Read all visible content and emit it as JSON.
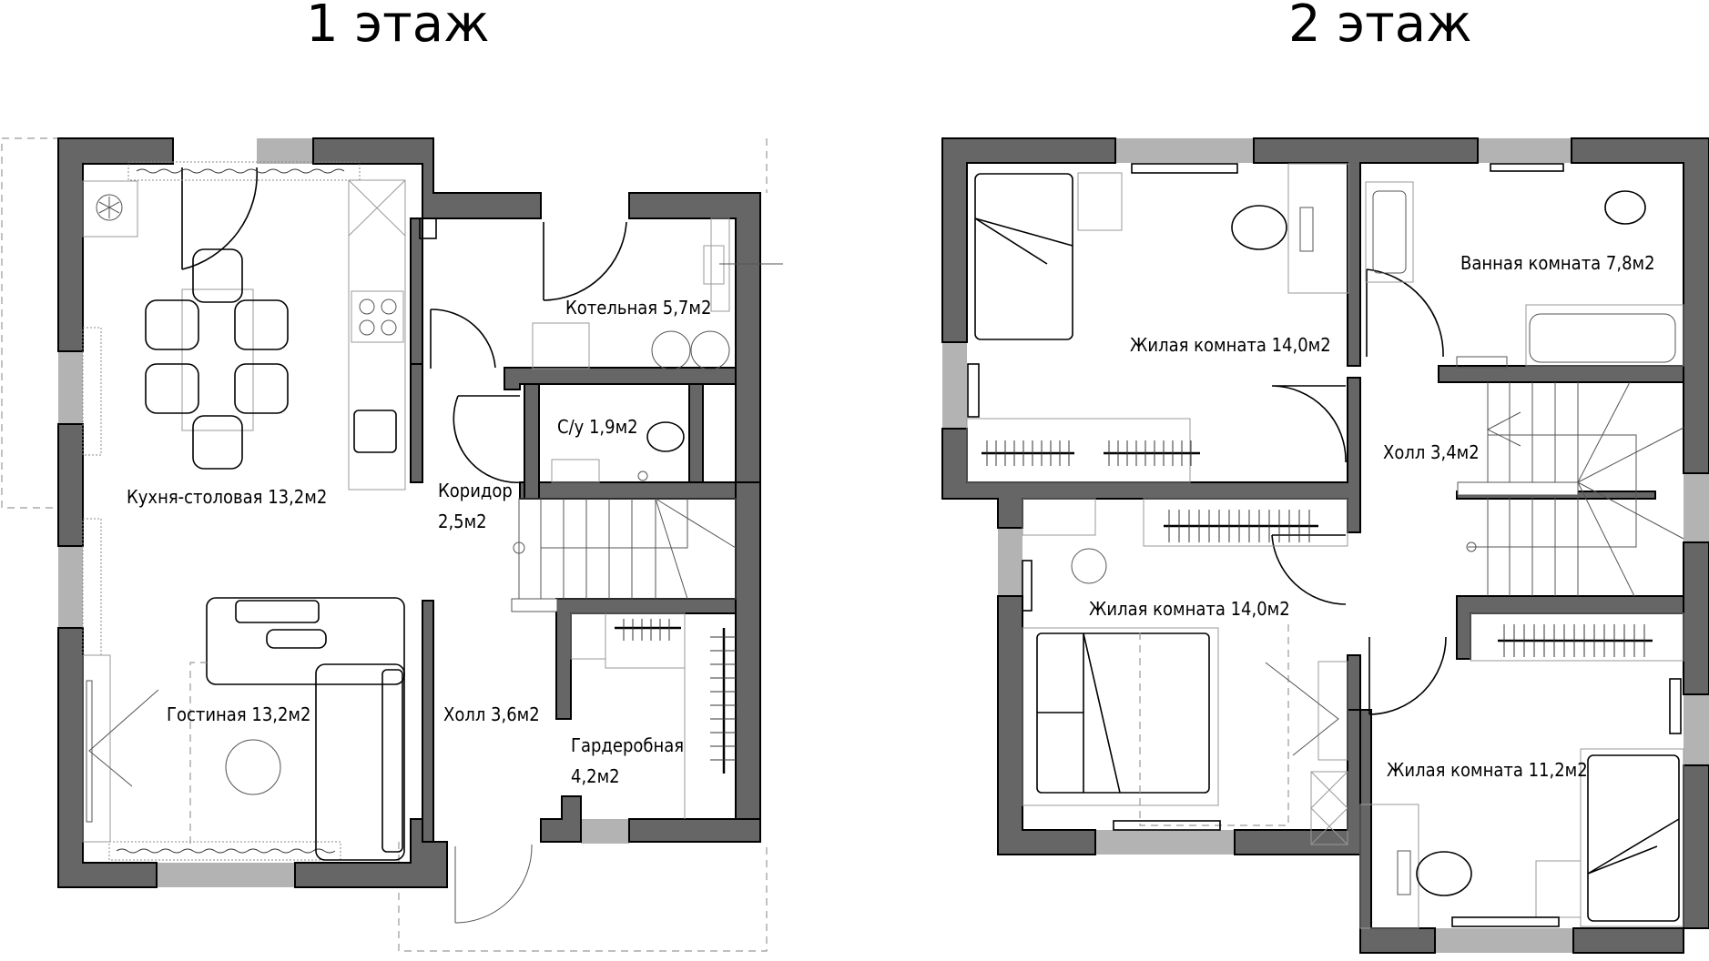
{
  "floors": [
    {
      "title": "1 этаж",
      "rooms": [
        {
          "name": "Кухня-столовая",
          "area": "13,2м2",
          "label": "Кухня-столовая 13,2м2"
        },
        {
          "name": "Котельная",
          "area": "5,7м2",
          "label": "Котельная 5,7м2"
        },
        {
          "name": "С/у",
          "area": "1,9м2",
          "label": "С/у 1,9м2"
        },
        {
          "name": "Коридор",
          "area": "2,5м2",
          "label_line1": "Коридор",
          "label_line2": "2,5м2"
        },
        {
          "name": "Гостиная",
          "area": "13,2м2",
          "label": "Гостиная 13,2м2"
        },
        {
          "name": "Холл",
          "area": "3,6м2",
          "label": "Холл 3,6м2"
        },
        {
          "name": "Гардеробная",
          "area": "4,2м2",
          "label_line1": "Гардеробная",
          "label_line2": "4,2м2"
        }
      ]
    },
    {
      "title": "2 этаж",
      "rooms": [
        {
          "name": "Жилая комната",
          "area": "14,0м2",
          "label": "Жилая комната 14,0м2"
        },
        {
          "name": "Ванная комната",
          "area": "7,8м2",
          "label": "Ванная комната 7,8м2"
        },
        {
          "name": "Холл",
          "area": "3,4м2",
          "label": "Холл 3,4м2"
        },
        {
          "name": "Жилая комната",
          "area": "14,0м2",
          "label": "Жилая комната 14,0м2"
        },
        {
          "name": "Жилая комната",
          "area": "11,2м2",
          "label": "Жилая комната 11,2м2"
        }
      ]
    }
  ],
  "colors": {
    "wall": "#666666",
    "window": "#b3b3b3",
    "line": "#000000",
    "background": "#ffffff"
  }
}
